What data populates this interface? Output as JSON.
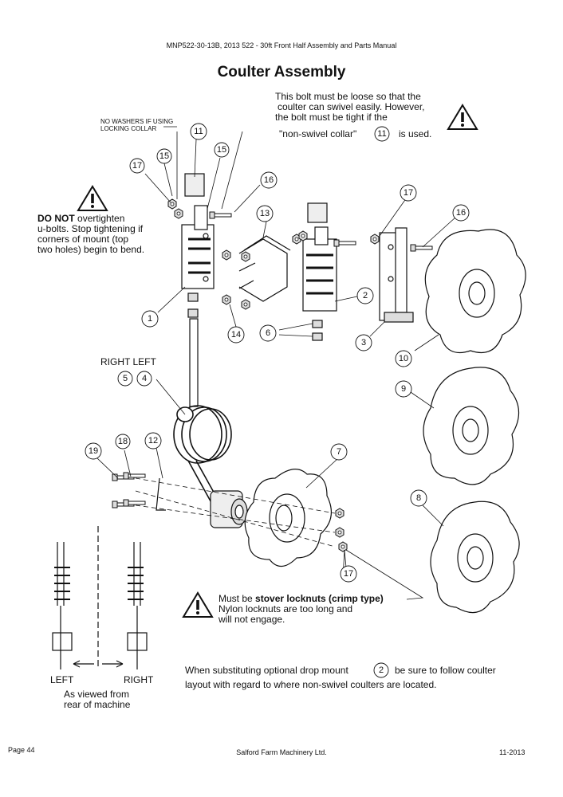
{
  "header": {
    "text": "MNP522-30-13B, 2013 522 - 30ft Front Half Assembly and Parts Manual"
  },
  "title": "Coulter Assembly",
  "notes": {
    "swivel_l1": "This bolt must be loose so that the",
    "swivel_l2": "coulter can swivel easily.  However,",
    "swivel_l3": "the bolt must be tight if the",
    "swivel_l4a": "\"non-swivel collar\"",
    "swivel_l4b": "is used.",
    "no_washers_l1": "NO WASHERS IF USING",
    "no_washers_l2": "LOCKING COLLAR",
    "do_not": "DO NOT",
    "do_not_rest_l1": "overtighten",
    "do_not_l2": "u-bolts. Stop tightening if",
    "do_not_l3": "corners of mount (top",
    "do_not_l4": "two holes) begin to bend.",
    "right_left": "RIGHT  LEFT",
    "locknut_l1a": "Must be",
    "locknut_l1b": "stover locknuts (crimp type)",
    "locknut_l2": "Nylon locknuts are too long and",
    "locknut_l3": "will not engage.",
    "drop_l1a": "When substituting optional drop mount",
    "drop_l1b": "be sure to follow coulter",
    "drop_l2": "layout with regard to where non-swivel coulters are located.",
    "left": "LEFT",
    "right": "RIGHT",
    "viewed_l1": "As viewed from",
    "viewed_l2": "rear of machine"
  },
  "callouts": [
    "11",
    "15",
    "15",
    "17",
    "16",
    "13",
    "17",
    "16",
    "2",
    "1",
    "14",
    "6",
    "3",
    "10",
    "5",
    "4",
    "9",
    "19",
    "18",
    "12",
    "7",
    "8",
    "17",
    "11",
    "2"
  ],
  "footer": {
    "page": "Page 44",
    "company": "Salford Farm Machinery Ltd.",
    "date": "11-2013"
  },
  "icons": [
    "warning-icon"
  ]
}
